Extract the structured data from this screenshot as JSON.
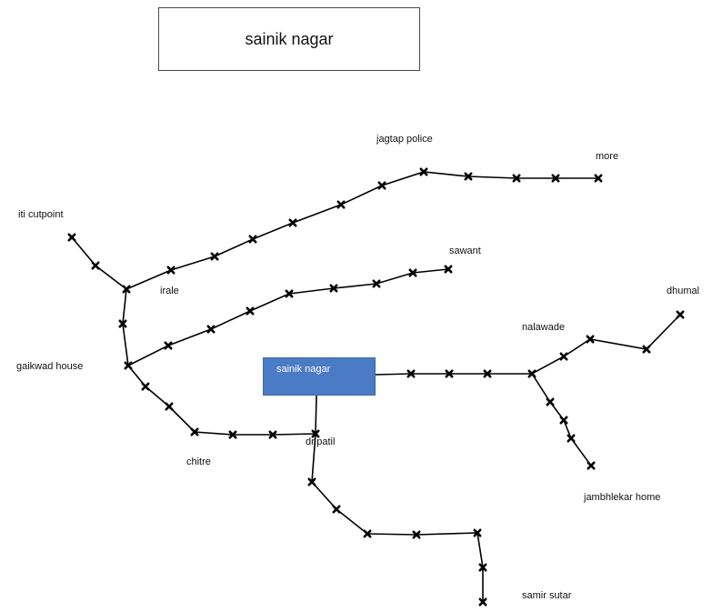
{
  "title": "sainik nagar",
  "hub": {
    "label": "sainik nagar",
    "fill_color": "#4a7bc4"
  },
  "places": [
    {
      "key": "jagtap_police",
      "label": "jagtap police"
    },
    {
      "key": "more",
      "label": "more"
    },
    {
      "key": "iti_cutpoint",
      "label": "iti cutpoint"
    },
    {
      "key": "sawant",
      "label": "sawant"
    },
    {
      "key": "irale",
      "label": "irale"
    },
    {
      "key": "dhumal",
      "label": "dhumal"
    },
    {
      "key": "nalawade",
      "label": "nalawade"
    },
    {
      "key": "gaikwad_house",
      "label": "gaikwad house"
    },
    {
      "key": "dr_patil",
      "label": "dr.patil"
    },
    {
      "key": "chitre",
      "label": "chitre"
    },
    {
      "key": "jambhlekar_home",
      "label": "jambhlekar home"
    },
    {
      "key": "samir_sutar",
      "label": "samir sutar"
    }
  ],
  "marker_symbol": "cross-marker"
}
